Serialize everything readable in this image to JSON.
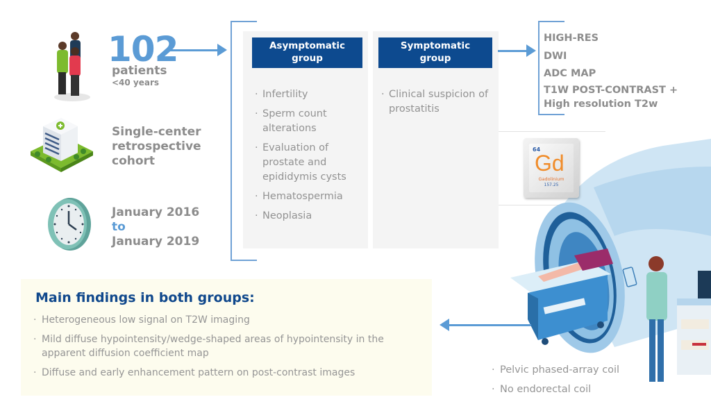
{
  "population": {
    "count": "102",
    "label": "patients",
    "age": "<40 years"
  },
  "study_design": {
    "lines": [
      "Single-center",
      "retrospective",
      "cohort"
    ]
  },
  "period": {
    "start": "January 2016",
    "connector": "to",
    "end": "January 2019"
  },
  "groups": [
    {
      "title_line1": "Asymptomatic",
      "title_line2": "group",
      "items": [
        "Infertility",
        "Sperm count alterations",
        "Evaluation of prostate and epididymis cysts",
        "Hematospermia",
        "Neoplasia"
      ]
    },
    {
      "title_line1": "Symptomatic",
      "title_line2": "group",
      "items": [
        "Clinical suspicion of prostatitis"
      ]
    }
  ],
  "protocol": {
    "sequences": [
      "HIGH-RES",
      "DWI",
      "ADC MAP",
      "T1W POST-CONTRAST +",
      "High resolution T2w"
    ]
  },
  "contrast_agent": {
    "atomic_number": "64",
    "symbol": "Gd",
    "name": "Gadolinium",
    "mass": "157.25"
  },
  "findings": {
    "title": "Main findings in both groups:",
    "items": [
      "Heterogeneous low signal on T2W imaging",
      "Mild diffuse hypointensity/wedge-shaped areas of  hypointensity in the apparent diffusion coefficient map",
      "Diffuse and early enhancement pattern on post-contrast images"
    ]
  },
  "equipment": {
    "items": [
      "Pelvic phased-array coil",
      "No endorectal coil"
    ]
  },
  "colors": {
    "accent_blue": "#5b9bd5",
    "header_navy": "#0d4a8f",
    "text_gray": "#8c8c8c",
    "findings_bg": "#fdfcee",
    "gd_orange": "#f08c2a"
  }
}
